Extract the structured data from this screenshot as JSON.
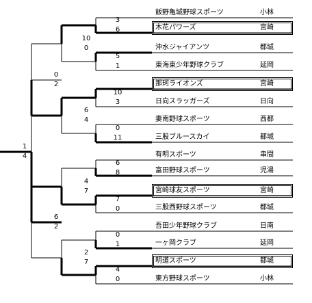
{
  "teams": [
    {
      "name": "飯野亀城野球スポーツ",
      "region": "小林"
    },
    {
      "name": "木花パワーズ",
      "region": "宮崎"
    },
    {
      "name": "沖水ジャイアンツ",
      "region": "都城"
    },
    {
      "name": "東海東少年野球クラブ",
      "region": "延岡"
    },
    {
      "name": "那珂ライオンズ",
      "region": "宮崎"
    },
    {
      "name": "日向スラッガーズ",
      "region": "日向"
    },
    {
      "name": "妻南野球スポーツ",
      "region": "西都"
    },
    {
      "name": "三股ブルースカイ",
      "region": "都城"
    },
    {
      "name": "有明スポーツ",
      "region": "串間"
    },
    {
      "name": "富田野球スポーツ",
      "region": "児湯"
    },
    {
      "name": "宮崎球友スポーツ",
      "region": "宮崎"
    },
    {
      "name": "三股西野球スポーツ",
      "region": "都城"
    },
    {
      "name": "吾田少年野球クラブ",
      "region": "日南"
    },
    {
      "name": "一ヶ岡クラブ",
      "region": "延岡"
    },
    {
      "name": "明道スポーツ",
      "region": "都城"
    },
    {
      "name": "東方野球スポーツ",
      "region": "小林"
    }
  ],
  "scores": {
    "r1": [
      [
        "3",
        "6"
      ],
      [
        "5",
        "1"
      ],
      [
        "10",
        "3"
      ],
      [
        "0",
        "11"
      ],
      [
        "6",
        "8"
      ],
      [
        "7",
        "0"
      ],
      [
        "0",
        "1"
      ],
      [
        "4",
        "0"
      ]
    ],
    "r2": [
      [
        "10",
        "0"
      ],
      [
        "6",
        "4"
      ],
      [
        "4",
        "7"
      ],
      [
        "2",
        "7"
      ]
    ],
    "r3": [
      [
        "0",
        "2"
      ],
      [
        "6",
        "2"
      ]
    ],
    "final": [
      "1",
      "4"
    ]
  }
}
